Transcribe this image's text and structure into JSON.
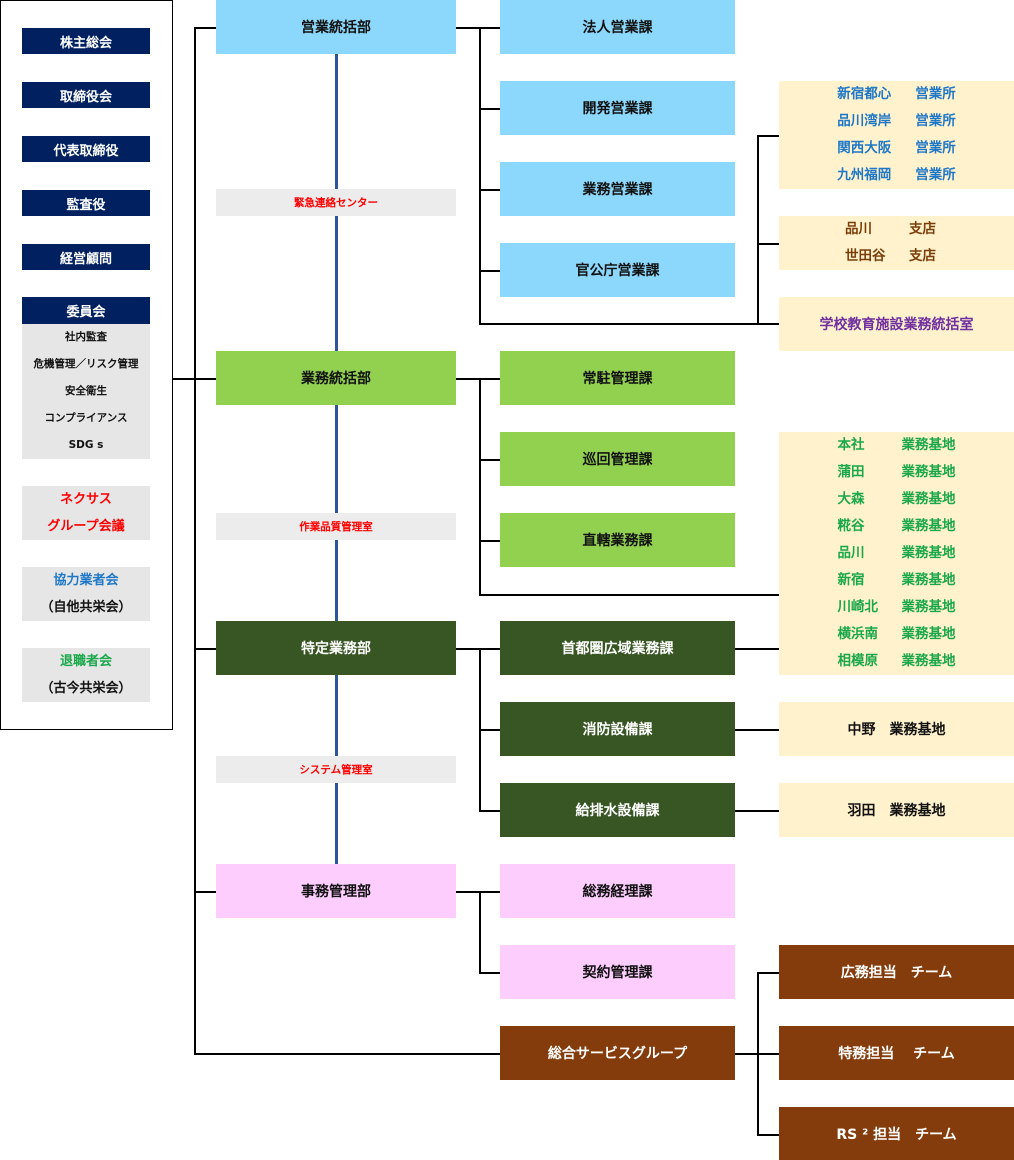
{
  "left_panel": {
    "governance": [
      "株主総会",
      "取締役会",
      "代表取締役",
      "監査役",
      "経営顧問"
    ],
    "committee": {
      "title": "委員会",
      "items": [
        "社内監査",
        "危機管理／リスク管理",
        "安全衛生",
        "コンプライアンス",
        "SDG s"
      ]
    },
    "nexus": {
      "line1": "ネクサス",
      "line2": "グループ会議",
      "color": "#ff0000"
    },
    "partners": {
      "line1": "協力業者会",
      "line2": "（自他共栄会）",
      "color": "#1f77c8"
    },
    "retirees": {
      "line1": "退職者会",
      "line2": "（古今共栄会）",
      "color": "#1aa84a"
    }
  },
  "departments": {
    "sales": {
      "name": "営業統括部",
      "color": "#8cd8fc",
      "staff_office": "緊急連絡センター",
      "sections": [
        "法人営業課",
        "開発営業課",
        "業務営業課",
        "官公庁営業課"
      ],
      "sales_offices": [
        {
          "place": "新宿都心",
          "type": "営業所"
        },
        {
          "place": "品川湾岸",
          "type": "営業所"
        },
        {
          "place": "関西大阪",
          "type": "営業所"
        },
        {
          "place": "九州福岡",
          "type": "営業所"
        }
      ],
      "branches": [
        {
          "place": "品川",
          "type": "支店"
        },
        {
          "place": "世田谷",
          "type": "支店"
        }
      ],
      "school_office": "学校教育施設業務統括室"
    },
    "operations": {
      "name": "業務統括部",
      "color": "#92d050",
      "staff_office": "作業品質管理室",
      "sections": [
        "常駐管理課",
        "巡回管理課",
        "直轄業務課"
      ],
      "bases": [
        {
          "place": "本社",
          "type": "業務基地"
        },
        {
          "place": "蒲田",
          "type": "業務基地"
        },
        {
          "place": "大森",
          "type": "業務基地"
        },
        {
          "place": "糀谷",
          "type": "業務基地"
        },
        {
          "place": "品川",
          "type": "業務基地"
        },
        {
          "place": "新宿",
          "type": "業務基地"
        },
        {
          "place": "川崎北",
          "type": "業務基地"
        },
        {
          "place": "横浜南",
          "type": "業務基地"
        },
        {
          "place": "相模原",
          "type": "業務基地"
        }
      ]
    },
    "specific": {
      "name": "特定業務部",
      "color": "#375623",
      "staff_office": "システム管理室",
      "sections": [
        "首都圏広域業務課",
        "消防設備課",
        "給排水設備課"
      ],
      "nakano_base": "中野　業務基地",
      "haneda_base": "羽田　業務基地"
    },
    "admin": {
      "name": "事務管理部",
      "color": "#fdcdfd",
      "sections": [
        "総務経理課",
        "契約管理課"
      ]
    },
    "general_service": {
      "name": "総合サービスグループ",
      "color": "#843c0c",
      "teams": [
        "広務担当　チーム",
        "特務担当　 チーム",
        "RS ² 担当　チーム"
      ]
    }
  }
}
